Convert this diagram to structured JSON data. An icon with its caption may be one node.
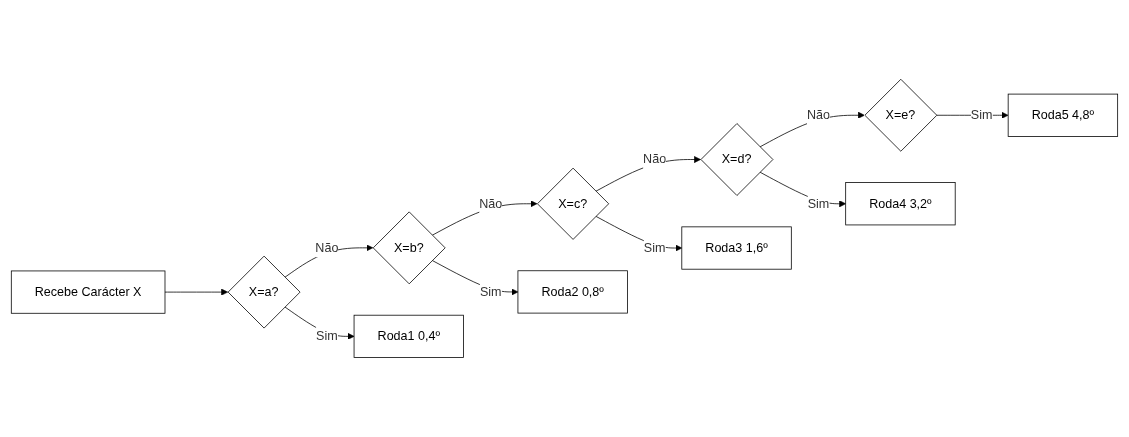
{
  "diagram": {
    "nodes": [
      {
        "text": [
          "Recebe Carácter X"
        ]
      },
      {
        "text": [
          "X=a?"
        ]
      },
      {
        "text": [
          "X=b?"
        ]
      },
      {
        "text": [
          "X=c?"
        ]
      },
      {
        "text": [
          "X=d?"
        ]
      },
      {
        "text": [
          "X=e?"
        ]
      },
      {
        "text": [
          "Roda1 0,4º"
        ]
      },
      {
        "text": [
          "Roda2 0,8º"
        ]
      },
      {
        "text": [
          "Roda3 1,6º"
        ]
      },
      {
        "text": [
          "Roda4 3,2º"
        ]
      },
      {
        "text": [
          "Roda5 4,8º"
        ]
      }
    ],
    "edges": [
      {
        "from": 0,
        "to": 1,
        "arrow": "to"
      },
      {
        "from": 1,
        "to": 2,
        "arrow": "to",
        "label": "Não"
      },
      {
        "from": 2,
        "to": 3,
        "arrow": "to",
        "label": "Não"
      },
      {
        "from": 3,
        "to": 4,
        "arrow": "to",
        "label": "Não"
      },
      {
        "from": 4,
        "to": 5,
        "arrow": "to",
        "label": "Não"
      },
      {
        "from": 1,
        "to": 6,
        "arrow": "to",
        "label": "Sim"
      },
      {
        "from": 2,
        "to": 7,
        "arrow": "to",
        "label": "Sim"
      },
      {
        "from": 3,
        "to": 8,
        "arrow": "to",
        "label": "Sim"
      },
      {
        "from": 4,
        "to": 9,
        "arrow": "to",
        "label": "Sim"
      },
      {
        "from": 5,
        "to": 10,
        "arrow": "to",
        "label": "Sim"
      }
    ]
  }
}
